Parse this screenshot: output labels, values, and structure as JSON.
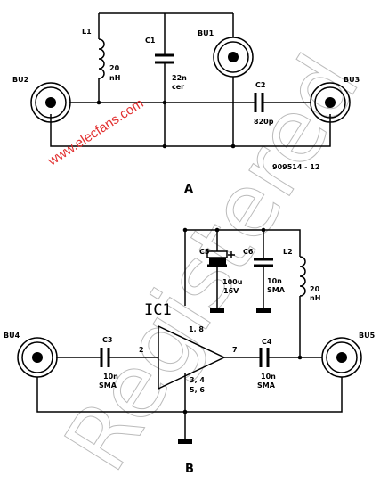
{
  "a": {
    "l1_ref": "L1",
    "l1_value": "20",
    "l1_unit": "nH",
    "c1_ref": "C1",
    "c1_value": "22n",
    "c1_type": "cer",
    "bu1": "BU1",
    "bu2": "BU2",
    "bu3": "BU3",
    "c2_ref": "C2",
    "c2_value": "820p",
    "code": "909514 - 12",
    "section": "A"
  },
  "b": {
    "bu4": "BU4",
    "bu5": "BU5",
    "c3_ref": "C3",
    "c3_value": "10n",
    "c3_type": "SMA",
    "c4_ref": "C4",
    "c4_value": "10n",
    "c4_type": "SMA",
    "c5_ref": "C5",
    "c5_value": "100u",
    "c5_voltage": "16V",
    "c6_ref": "C6",
    "c6_value": "10n",
    "c6_type": "SMA",
    "l2_ref": "L2",
    "l2_value": "20",
    "l2_unit": "nH",
    "ic_ref": "IC1",
    "pin_supply": "1, 8",
    "pin_in": "2",
    "pin_out": "7",
    "pin_gnd_1": "3, 4",
    "pin_gnd_2": "5, 6",
    "section": "B"
  },
  "watermark": {
    "site": "www.elecfans.com",
    "registered": "Registered"
  }
}
